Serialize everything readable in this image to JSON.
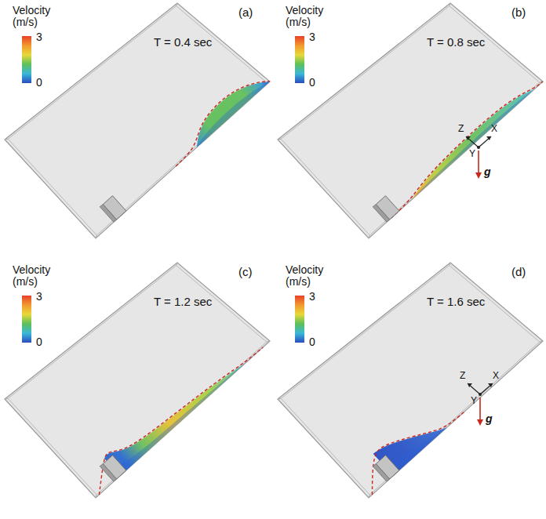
{
  "diagram": {
    "labels": [
      "Velocity (m/s)",
      "3",
      "0",
      "(a)",
      "T = 0.4 sec",
      "Velocity (m/s)",
      "3",
      "0",
      "(b)",
      "T = 0.8 sec",
      "Z",
      "X",
      "Y",
      "g",
      "Velocity (m/s)",
      "3",
      "0",
      "(c)",
      "T = 1.2 sec",
      "Velocity (m/s)",
      "3",
      "0",
      "(d)",
      "T = 1.6 sec",
      "Z",
      "X",
      "Y",
      "g"
    ]
  }
}
